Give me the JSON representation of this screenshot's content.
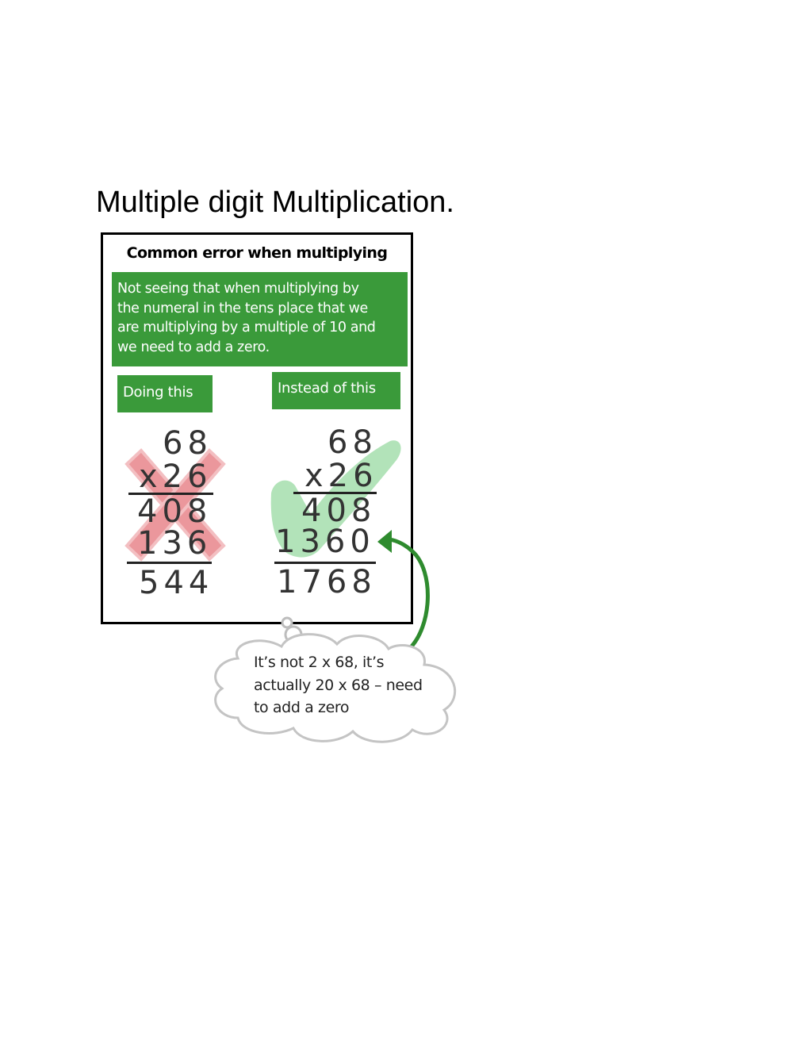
{
  "page_title": "Multiple digit Multiplication.",
  "figure": {
    "title": "Common error when multiplying",
    "explanation_lines": [
      "Not seeing that when multiplying by",
      "the numeral in the tens place that we",
      "are multiplying by a multiple of 10 and",
      "we need to add a zero."
    ],
    "wrong_label": "Doing this",
    "right_label": "Instead of this",
    "wrong_work": {
      "top": "68",
      "multiplier": "x26",
      "partial1": "408",
      "partial2": "136",
      "total": "544"
    },
    "right_work": {
      "top": "68",
      "multiplier": "x26",
      "partial1": "408",
      "partial2": "1360",
      "total": "1768"
    },
    "wrong_mark": "cross-icon",
    "right_mark": "check-icon",
    "colors": {
      "green": "#3a9a3a",
      "cross": "#e8868b",
      "check": "#7fd08a",
      "arrow": "#2e8b2e"
    }
  },
  "callout": {
    "lines": [
      "It’s not 2 x 68, it’s",
      "actually 20 x 68 – need",
      "to add a zero"
    ]
  }
}
